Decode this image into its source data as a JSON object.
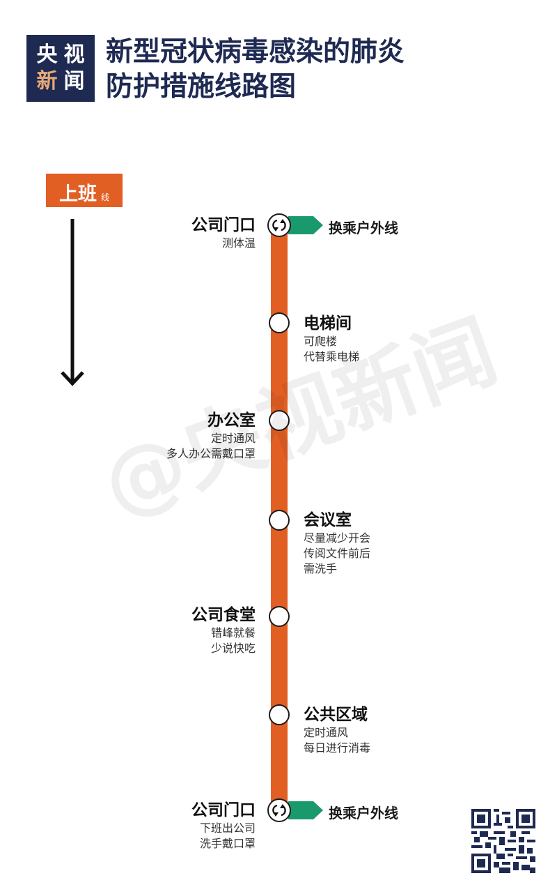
{
  "logo": {
    "line1": [
      "央",
      "视"
    ],
    "line2": [
      "新",
      "闻"
    ]
  },
  "title": {
    "line1": "新型冠状病毒感染的肺炎",
    "line2": "防护措施线路图"
  },
  "line_tag": {
    "label": "上班",
    "suffix": "线"
  },
  "colors": {
    "route": "#e25f24",
    "transfer": "#1a9a6c",
    "brand_navy": "#1e2a52",
    "brand_accent": "#e7a977"
  },
  "stations": [
    {
      "name": "公司门口",
      "notes": [
        "测体温"
      ],
      "side": "left",
      "type": "transfer",
      "transfer_label": "换乘户外线"
    },
    {
      "name": "电梯间",
      "notes": [
        "可爬楼",
        "代替乘电梯"
      ],
      "side": "right",
      "type": "stop"
    },
    {
      "name": "办公室",
      "notes": [
        "定时通风",
        "多人办公需戴口罩"
      ],
      "side": "left",
      "type": "stop"
    },
    {
      "name": "会议室",
      "notes": [
        "尽量减少开会",
        "传阅文件前后",
        "需洗手"
      ],
      "side": "right",
      "type": "stop"
    },
    {
      "name": "公司食堂",
      "notes": [
        "错峰就餐",
        "少说快吃"
      ],
      "side": "left",
      "type": "stop"
    },
    {
      "name": "公共区域",
      "notes": [
        "定时通风",
        "每日进行消毒"
      ],
      "side": "right",
      "type": "stop"
    },
    {
      "name": "公司门口",
      "notes": [
        "下班出公司",
        "洗手戴口罩"
      ],
      "side": "left",
      "type": "transfer",
      "transfer_label": "换乘户外线"
    }
  ],
  "watermark": "@央视新闻"
}
